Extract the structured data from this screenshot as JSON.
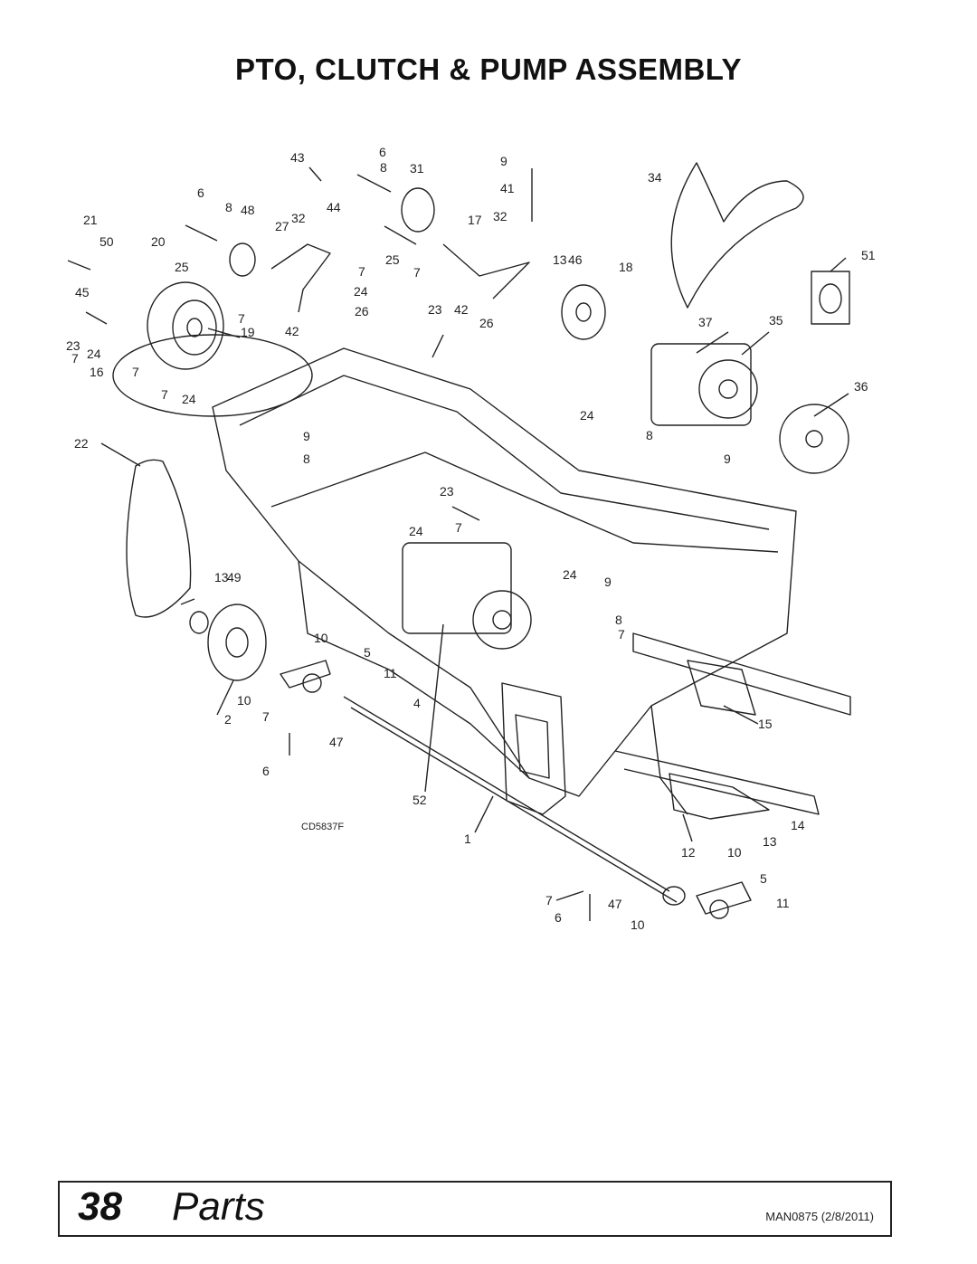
{
  "page": {
    "title": "PTO, CLUTCH & PUMP ASSEMBLY",
    "figure_code": "CD5837F"
  },
  "callouts": [
    "43",
    "6",
    "8",
    "31",
    "9",
    "41",
    "34",
    "6",
    "8",
    "48",
    "27",
    "32",
    "44",
    "17",
    "32",
    "21",
    "50",
    "20",
    "25",
    "7",
    "25",
    "7",
    "13",
    "46",
    "18",
    "51",
    "45",
    "24",
    "7",
    "19",
    "42",
    "26",
    "23",
    "42",
    "26",
    "37",
    "35",
    "23",
    "7",
    "24",
    "16",
    "7",
    "7",
    "24",
    "36",
    "22",
    "9",
    "8",
    "24",
    "8",
    "9",
    "23",
    "24",
    "7",
    "13",
    "49",
    "24",
    "9",
    "10",
    "5",
    "8",
    "7",
    "11",
    "10",
    "4",
    "2",
    "7",
    "47",
    "15",
    "6",
    "52",
    "14",
    "1",
    "12",
    "10",
    "13",
    "5",
    "7",
    "47",
    "11",
    "6",
    "10"
  ],
  "footer": {
    "page_number": "38",
    "section": "Parts",
    "manual_ref": "MAN0875 (2/8/2011)"
  }
}
